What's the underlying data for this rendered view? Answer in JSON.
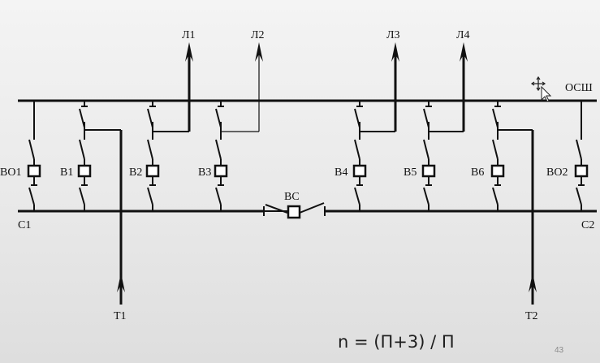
{
  "diagram": {
    "bus_label": "ОСШ",
    "section_labels": [
      "С1",
      "С2"
    ],
    "line_labels": [
      "Л1",
      "Л2",
      "Л3",
      "Л4"
    ],
    "transformer_labels": [
      "Т1",
      "Т2"
    ],
    "breaker_labels": [
      "ВО1",
      "В1",
      "В2",
      "В3",
      "В4",
      "В5",
      "В6",
      "ВО2"
    ],
    "sectional_breaker_label": "ВС",
    "formula": "n = (П+3) / П",
    "page_number": "43"
  }
}
